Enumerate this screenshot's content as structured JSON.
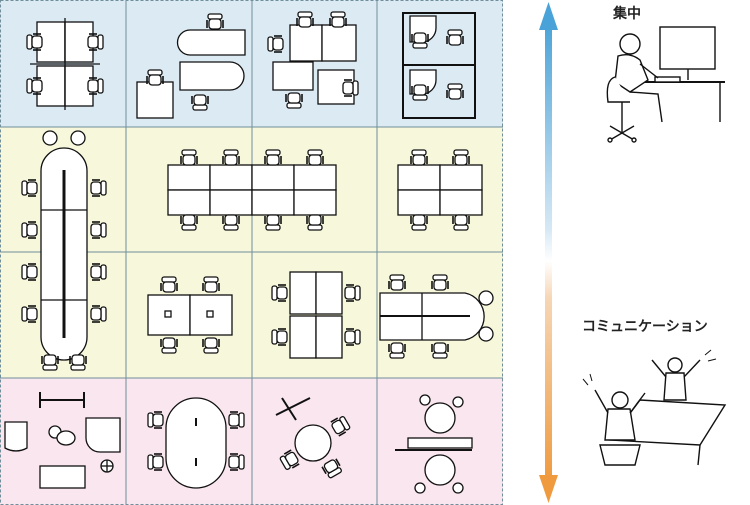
{
  "labels": {
    "top": "集中",
    "bottom": "コミュニケーション"
  },
  "colors": {
    "zone_focus": "#dceaf3",
    "zone_team": "#f7f7dc",
    "zone_meeting": "#f9e6ee",
    "arrow_top": "#4aa3d8",
    "arrow_bottom": "#ef9a3e",
    "cell_border": "#6f8f9a"
  },
  "zones": [
    "focus",
    "team",
    "meeting"
  ],
  "icons": {
    "axis": "double-arrow-icon",
    "focus_illustration": "desk-worker-illustration",
    "comm_illustration": "meeting-discussion-illustration"
  }
}
